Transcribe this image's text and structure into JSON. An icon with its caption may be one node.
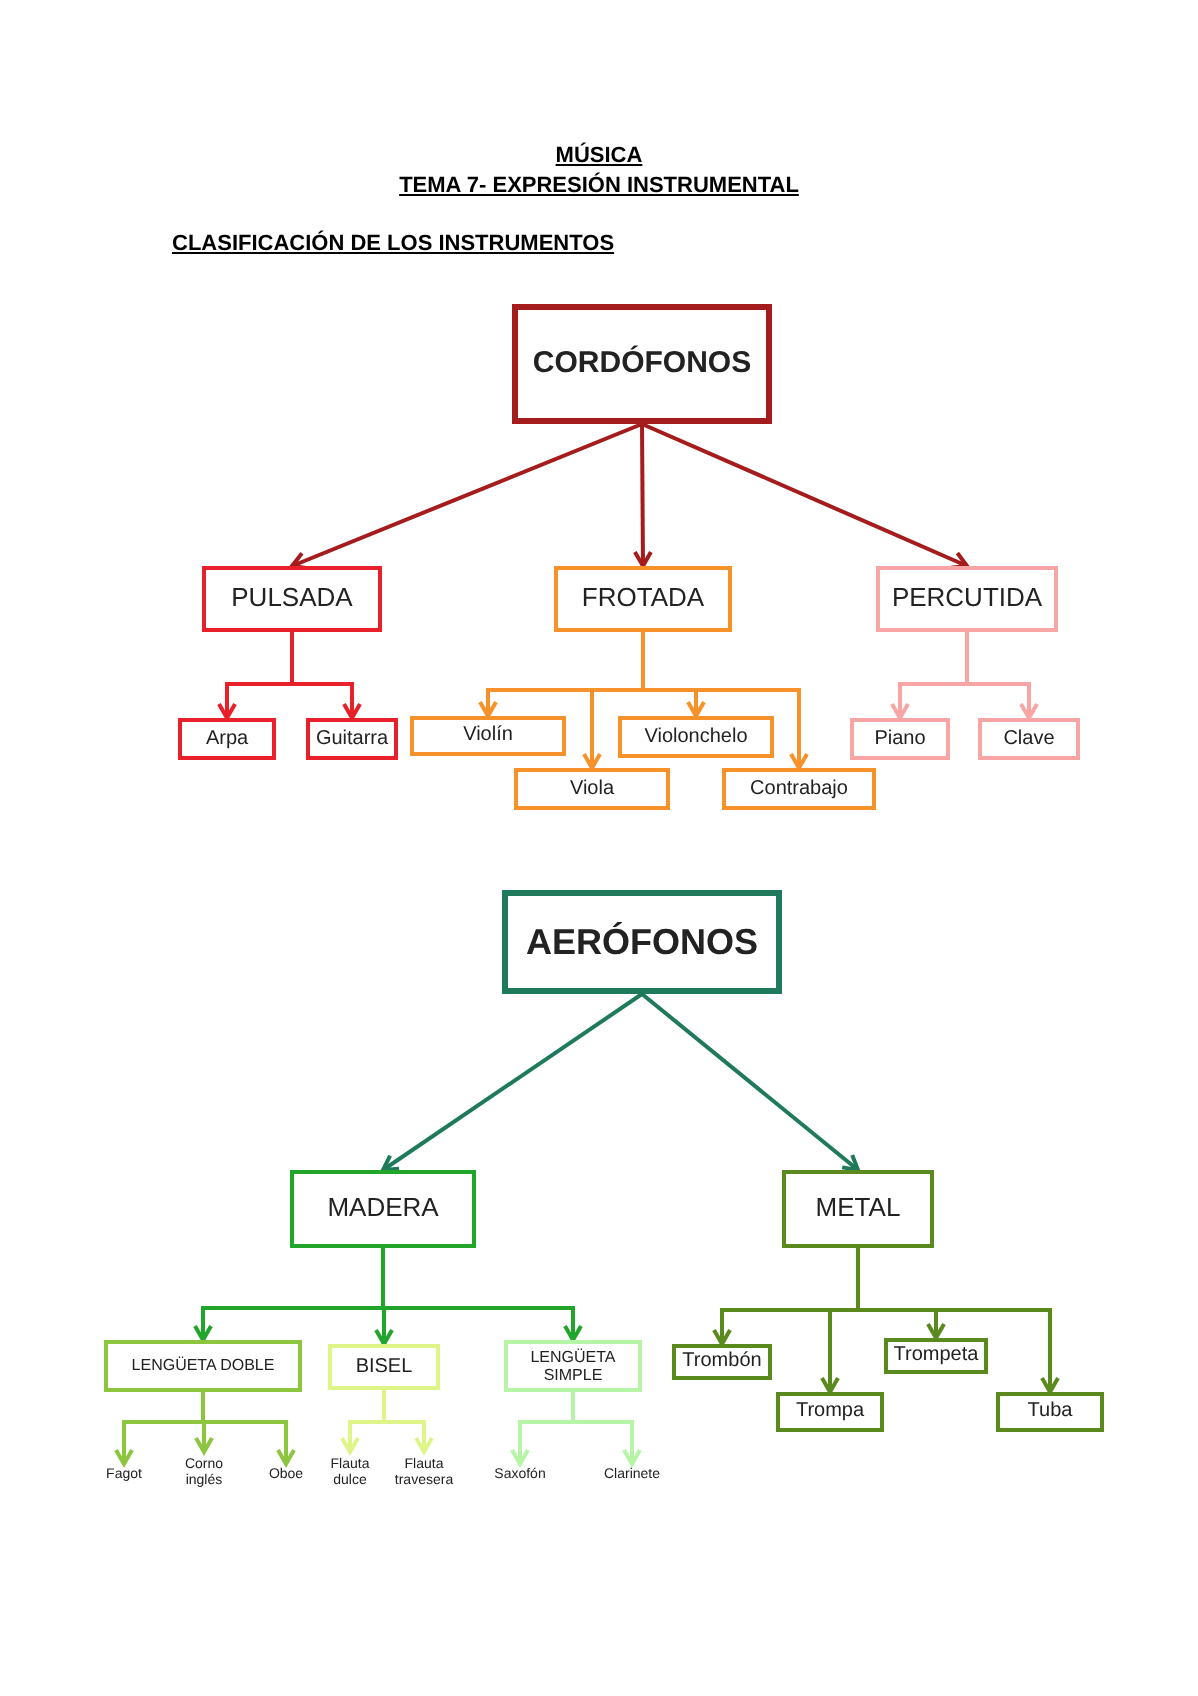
{
  "diagram": {
    "title": "MÚSICA",
    "nodes": [
      {
        "text": [
          "CORDÓFONOS"
        ]
      },
      {
        "text": [
          "PULSADA"
        ]
      },
      {
        "text": [
          "FROTADA"
        ]
      },
      {
        "text": [
          "PERCUTIDA"
        ]
      },
      {
        "text": [
          "Arpa"
        ]
      },
      {
        "text": [
          "Guitarra"
        ]
      },
      {
        "text": [
          "Violín"
        ]
      },
      {
        "text": [
          "Viola"
        ]
      },
      {
        "text": [
          "Violonchelo"
        ]
      },
      {
        "text": [
          "Contrabajo"
        ]
      },
      {
        "text": [
          "Piano"
        ]
      },
      {
        "text": [
          "Clave"
        ]
      },
      {
        "text": [
          "AERÓFONOS"
        ]
      },
      {
        "text": [
          "MADERA"
        ]
      },
      {
        "text": [
          "METAL"
        ]
      },
      {
        "text": [
          "LENGÜETA DOBLE"
        ]
      },
      {
        "text": [
          "BISEL"
        ]
      },
      {
        "text": [
          "LENGÜETA SIMPLE"
        ]
      },
      {
        "text": [
          "Fagot"
        ]
      },
      {
        "text": [
          "Corno inglés"
        ]
      },
      {
        "text": [
          "Oboe"
        ]
      },
      {
        "text": [
          "Flauta dulce"
        ]
      },
      {
        "text": [
          "Flauta travesera"
        ]
      },
      {
        "text": [
          "Saxofón"
        ]
      },
      {
        "text": [
          "Clarinete"
        ]
      },
      {
        "text": [
          "Trombón"
        ]
      },
      {
        "text": [
          "Trompa"
        ]
      },
      {
        "text": [
          "Trompeta"
        ]
      },
      {
        "text": [
          "Tuba"
        ]
      }
    ],
    "edges": [
      {
        "from": 0,
        "to": 1,
        "arrow": "to",
        "color": "#a51c1c"
      },
      {
        "from": 0,
        "to": 2,
        "arrow": "to",
        "color": "#a51c1c"
      },
      {
        "from": 0,
        "to": 3,
        "arrow": "to",
        "color": "#a51c1c"
      },
      {
        "from": 1,
        "to": 4,
        "arrow": "to",
        "color": "#e8202a"
      },
      {
        "from": 1,
        "to": 5,
        "arrow": "to",
        "color": "#e8202a"
      },
      {
        "from": 2,
        "to": 6,
        "arrow": "to",
        "color": "#f7922b"
      },
      {
        "from": 2,
        "to": 7,
        "arrow": "to",
        "color": "#f7922b"
      },
      {
        "from": 2,
        "to": 8,
        "arrow": "to",
        "color": "#f7922b"
      },
      {
        "from": 2,
        "to": 9,
        "arrow": "to",
        "color": "#f7922b"
      },
      {
        "from": 3,
        "to": 10,
        "arrow": "to",
        "color": "#f7a5a5"
      },
      {
        "from": 3,
        "to": 11,
        "arrow": "to",
        "color": "#f7a5a5"
      },
      {
        "from": 12,
        "to": 13,
        "arrow": "to",
        "color": "#1e7a5a"
      },
      {
        "from": 12,
        "to": 14,
        "arrow": "to",
        "color": "#1e7a5a"
      },
      {
        "from": 13,
        "to": 15,
        "arrow": "to",
        "color": "#22a52b"
      },
      {
        "from": 13,
        "to": 16,
        "arrow": "to",
        "color": "#22a52b"
      },
      {
        "from": 13,
        "to": 17,
        "arrow": "to",
        "color": "#22a52b"
      },
      {
        "from": 15,
        "to": 18,
        "arrow": "to",
        "color": "#8cc63f"
      },
      {
        "from": 15,
        "to": 19,
        "arrow": "to",
        "color": "#8cc63f"
      },
      {
        "from": 15,
        "to": 20,
        "arrow": "to",
        "color": "#8cc63f"
      },
      {
        "from": 16,
        "to": 21,
        "arrow": "to",
        "color": "#dff58a"
      },
      {
        "from": 16,
        "to": 22,
        "arrow": "to",
        "color": "#dff58a"
      },
      {
        "from": 17,
        "to": 23,
        "arrow": "to",
        "color": "#b5f5a5"
      },
      {
        "from": 17,
        "to": 24,
        "arrow": "to",
        "color": "#b5f5a5"
      },
      {
        "from": 14,
        "to": 25,
        "arrow": "to",
        "color": "#5a8a1e"
      },
      {
        "from": 14,
        "to": 26,
        "arrow": "to",
        "color": "#5a8a1e"
      },
      {
        "from": 14,
        "to": 27,
        "arrow": "to",
        "color": "#5a8a1e"
      },
      {
        "from": 14,
        "to": 28,
        "arrow": "to",
        "color": "#5a8a1e"
      }
    ],
    "labels": [
      "TEMA 7- EXPRESIÓN INSTRUMENTAL",
      "CLASIFICACIÓN DE LOS INSTRUMENTOS"
    ]
  }
}
